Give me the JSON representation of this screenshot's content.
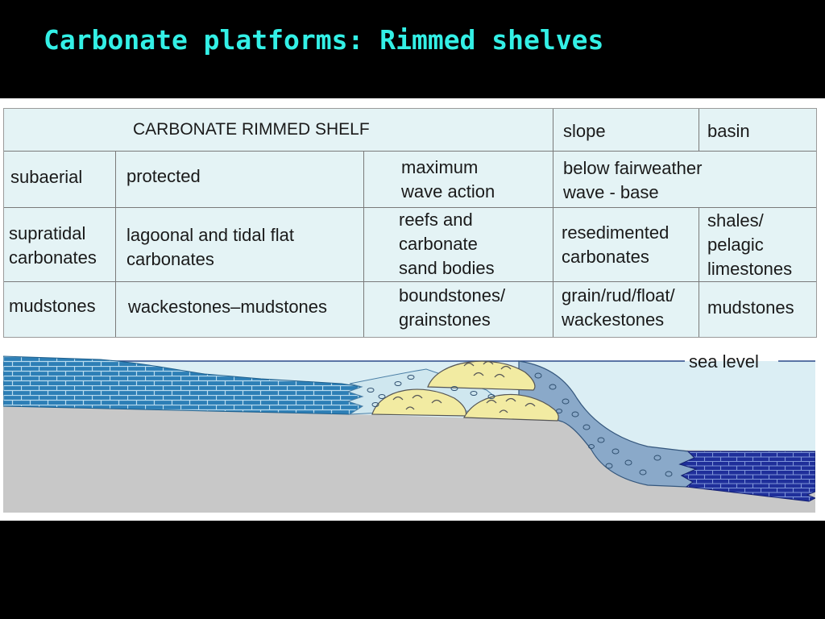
{
  "slide": {
    "title": "Carbonate platforms: Rimmed shelves"
  },
  "table": {
    "header": {
      "shelf": "CARBONATE RIMMED SHELF",
      "slope": "slope",
      "basin": "basin"
    },
    "energy": {
      "subaerial": "subaerial",
      "protected": "protected",
      "reef": "maximum\nwave action",
      "slope_basin": "below fairweather\nwave - base"
    },
    "facies": {
      "subaerial": "supratidal\ncarbonates",
      "protected": "lagoonal and tidal flat\ncarbonates",
      "reef": "reefs and\ncarbonate\nsand bodies",
      "slope": "resedimented\ncarbonates",
      "basin": "shales/\npelagic\nlimestones"
    },
    "rocks": {
      "subaerial": "mudstones",
      "protected": "wackestones–mudstones",
      "reef": "boundstones/\ngrainstones",
      "slope": "grain/rud/float/\nwackestones",
      "basin": "mudstones"
    }
  },
  "profile": {
    "sea_level_label": "sea level"
  },
  "colors": {
    "title": "#33f0e6",
    "table_bg": "#e4f3f5",
    "shelf_limestone": "#2d7fb6",
    "basin_limestone": "#1f2f9a",
    "reef_mound": "#f2eba2",
    "slope_deposit": "#8aa9c9",
    "substrate": "#c8c8c8",
    "water": "#dbeef4"
  }
}
